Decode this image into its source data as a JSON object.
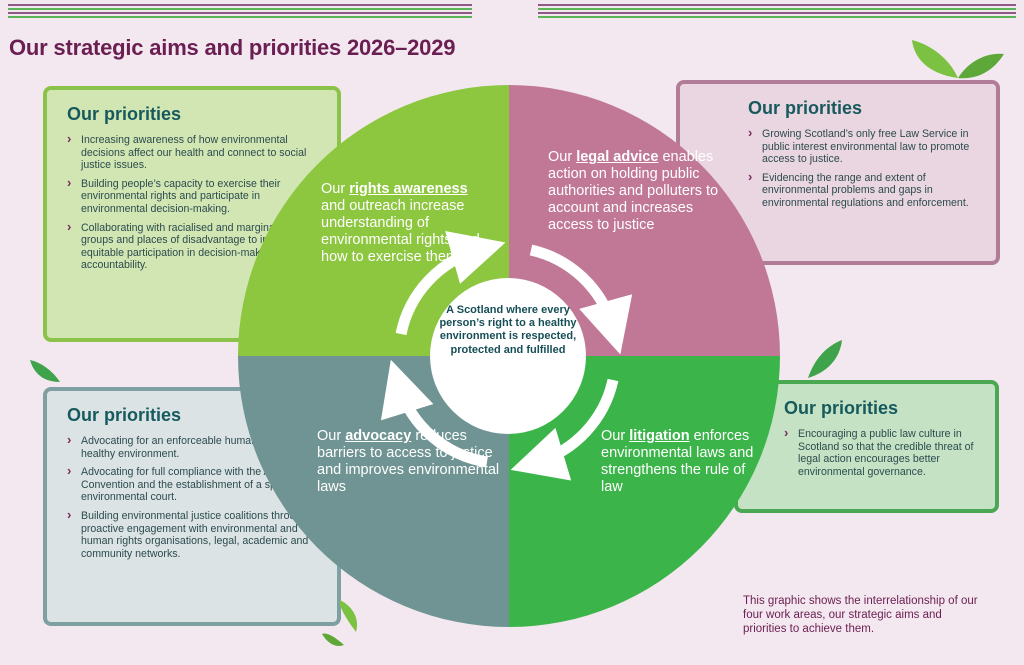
{
  "title": "Our strategic aims and priorities 2026–2029",
  "center": "A Scotland where every person’s right to a healthy environment is respected, protected and fulfilled",
  "quadrants": {
    "rights": {
      "pre": "Our ",
      "highlight": "rights awareness",
      "post": " and outreach increase understanding of environmental rights and how to exercise them"
    },
    "legal": {
      "pre": "Our ",
      "highlight": "legal advice",
      "post": " enables action on holding public authorities and polluters to account and increases access to justice"
    },
    "advocacy": {
      "pre": "Our ",
      "highlight": "advocacy",
      "post": " reduces barriers to access to justice and improves environmental laws"
    },
    "litigation": {
      "pre": "Our ",
      "highlight": "litigation",
      "post": " enforces environmental laws and strengthens the rule of law"
    }
  },
  "cards": {
    "top_left": {
      "heading": "Our priorities",
      "items": [
        "Increasing awareness of how environmental decisions affect our health and connect to social justice issues.",
        "Building people’s capacity to exercise their environmental rights and participate in environmental decision-making.",
        "Collaborating with racialised and marginalised groups and places of disadvantage to increase equitable participation in decision-making and accountability."
      ]
    },
    "top_right": {
      "heading": "Our priorities",
      "items": [
        "Growing Scotland’s only free Law Service in public interest environmental law to promote access to justice.",
        "Evidencing the range and extent of environmental problems and gaps in environmental regulations and enforcement."
      ]
    },
    "bottom_left": {
      "heading": "Our priorities",
      "items": [
        "Advocating for an enforceable human right to a healthy environment.",
        "Advocating for full compliance with the Aarhus Convention and the establishment of a specialist environmental court.",
        "Building environmental justice coalitions through proactive engagement with environmental and human rights organisations, legal, academic and community networks."
      ]
    },
    "bottom_right": {
      "heading": "Our priorities",
      "items": [
        "Encouraging a public law culture in Scotland so that the credible threat of legal action encourages better environmental governance."
      ]
    }
  },
  "caption": "This graphic shows the interrelationship of our four work areas, our strategic aims and priorities to achieve them.",
  "colors": {
    "rights_green": "#8dc63f",
    "legal_pink": "#c17896",
    "advocacy_teal": "#6f9493",
    "litigation_green": "#3bb54a",
    "title_plum": "#6b1e52"
  }
}
